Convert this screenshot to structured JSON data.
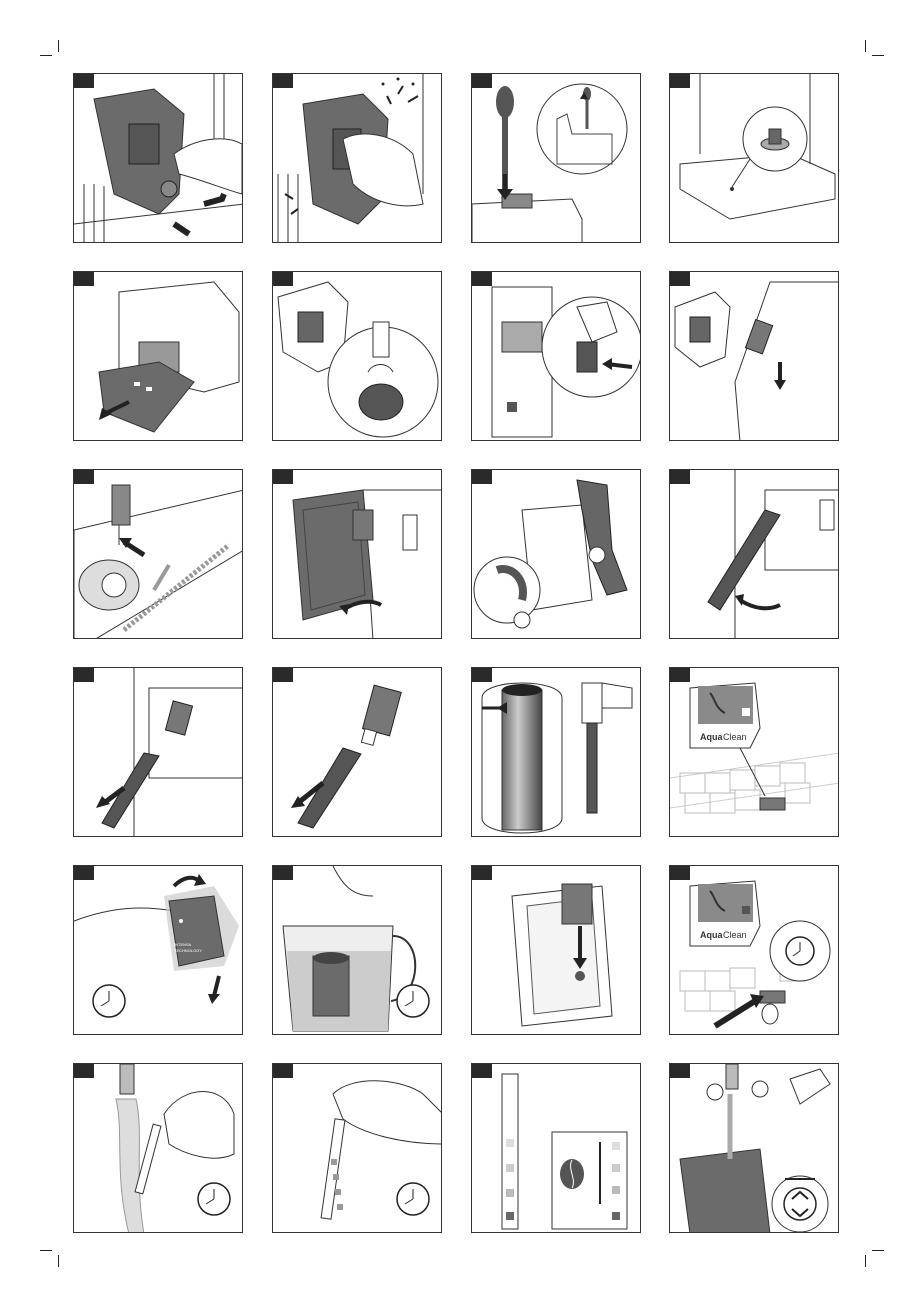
{
  "page": {
    "background": "#ffffff",
    "line_color": "#333333",
    "dark_grey": "#555555",
    "mid_grey": "#8a8a8a",
    "light_grey": "#d9d9d9"
  },
  "steps": [
    {
      "n": "",
      "icon": "brew-group-removal-icon"
    },
    {
      "n": "",
      "icon": "brew-group-cleaning-icon"
    },
    {
      "n": "",
      "icon": "spoon-measuring-icon"
    },
    {
      "n": "",
      "icon": "machine-top-view-icon"
    },
    {
      "n": "",
      "icon": "drip-tray-removal-icon"
    },
    {
      "n": "",
      "icon": "brew-group-lubricate-icon"
    },
    {
      "n": "",
      "icon": "lubricate-machine-inside-icon"
    },
    {
      "n": "",
      "icon": "lubricate-brew-group-icon"
    },
    {
      "n": "",
      "icon": "lubricate-rails-icon"
    },
    {
      "n": "",
      "icon": "water-tank-removal-icon"
    },
    {
      "n": "",
      "icon": "filter-handle-icon"
    },
    {
      "n": "",
      "icon": "milk-tube-removal-icon"
    },
    {
      "n": "",
      "icon": "tube-cap-removal-icon"
    },
    {
      "n": "",
      "icon": "tube-disassemble-icon"
    },
    {
      "n": "",
      "icon": "tube-inspect-icon"
    },
    {
      "n": "",
      "icon": "aquaclean-display-icon"
    },
    {
      "n": "",
      "icon": "filter-shake-icon"
    },
    {
      "n": "",
      "icon": "filter-soak-icon"
    },
    {
      "n": "",
      "icon": "filter-insert-icon"
    },
    {
      "n": "",
      "icon": "aquaclean-activate-icon"
    },
    {
      "n": "",
      "icon": "test-strip-water-icon"
    },
    {
      "n": "",
      "icon": "test-strip-wait-icon"
    },
    {
      "n": "",
      "icon": "hardness-scale-icon"
    },
    {
      "n": "",
      "icon": "tank-fill-recycle-icon"
    }
  ],
  "aquaclean": {
    "brand": "Aqua",
    "word": "Clean"
  },
  "filter_logo": {
    "line1": "INTENSA",
    "line2": "TECHNOLOGY"
  }
}
